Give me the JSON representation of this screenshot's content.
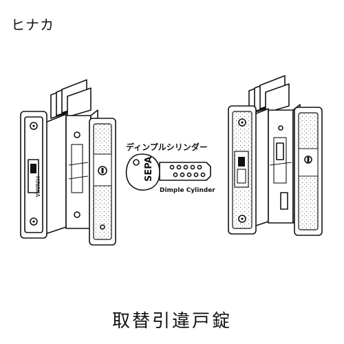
{
  "header": {
    "brand": "ヒナカ"
  },
  "callout": {
    "label": "ディンプルシリンダー",
    "key_brand": "SEPA",
    "key_caption": "Dimple Cylinder"
  },
  "left_lock": {
    "handle_mark": "HINAKA"
  },
  "footer": {
    "title": "取替引違戸錠"
  },
  "colors": {
    "ink": "#111111",
    "background": "#ffffff",
    "stipple": "#777777"
  }
}
